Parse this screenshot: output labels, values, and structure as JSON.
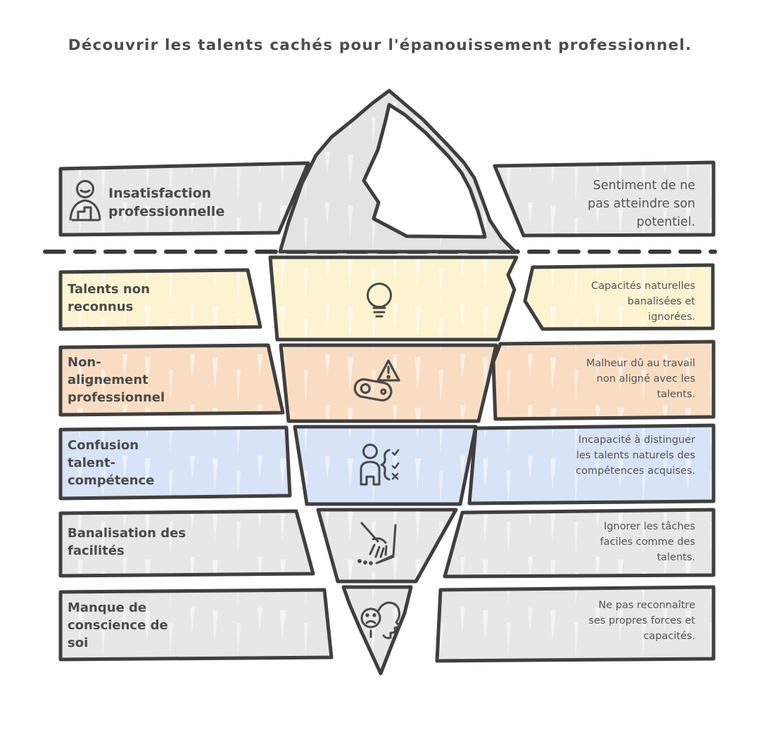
{
  "title": "Découvrir les talents cachés pour l'épanouissement professionnel.",
  "waterline": {
    "style": "dashed"
  },
  "rows": [
    {
      "id": "insatisfaction-professionnelle",
      "zone": "above-water",
      "color": "#e7e7e7",
      "icon": "unhappy-worker-icon",
      "label": "Insatisfaction professionnelle",
      "description": "Sentiment de ne pas atteindre son potentiel."
    },
    {
      "id": "talents-non-reconnus",
      "zone": "below-water",
      "color": "#fcf4d1",
      "icon": "lightbulb-icon",
      "label": "Talents non reconnus",
      "description": "Capacités naturelles banalisées et ignorées."
    },
    {
      "id": "non-alignement-professionnel",
      "zone": "below-water",
      "color": "#f9ddc3",
      "icon": "misalignment-warning-icon",
      "label": "Non-alignement professionnel",
      "description": "Malheur dû au travail non aligné avec les talents."
    },
    {
      "id": "confusion-talent-competence",
      "zone": "below-water",
      "color": "#d7e3f7",
      "icon": "person-checklist-icon",
      "label": "Confusion talent-compétence",
      "description": "Incapacité à distinguer les talents naturels des compétences acquises."
    },
    {
      "id": "banalisation-des-facilites",
      "zone": "below-water",
      "color": "#e7e7e7",
      "icon": "broom-icon",
      "label": "Banalisation des facilités",
      "description": "Ignorer les tâches faciles comme des talents."
    },
    {
      "id": "manque-de-conscience-de-soi",
      "zone": "below-water",
      "color": "#e7e7e7",
      "icon": "sad-head-icon",
      "label": "Manque de conscience de soi",
      "description": "Ne pas reconnaître ses propres forces et capacités."
    }
  ],
  "colors": {
    "outline": "#3f3f3f",
    "label_text": "#4a4a4a",
    "description_text": "#545454",
    "iceberg_gray": "#e3e3e3",
    "box_gray": "#e7e7e7",
    "yellow": "#fcf4d1",
    "orange": "#f9ddc3",
    "blue": "#d7e3f7",
    "background": "#ffffff"
  }
}
